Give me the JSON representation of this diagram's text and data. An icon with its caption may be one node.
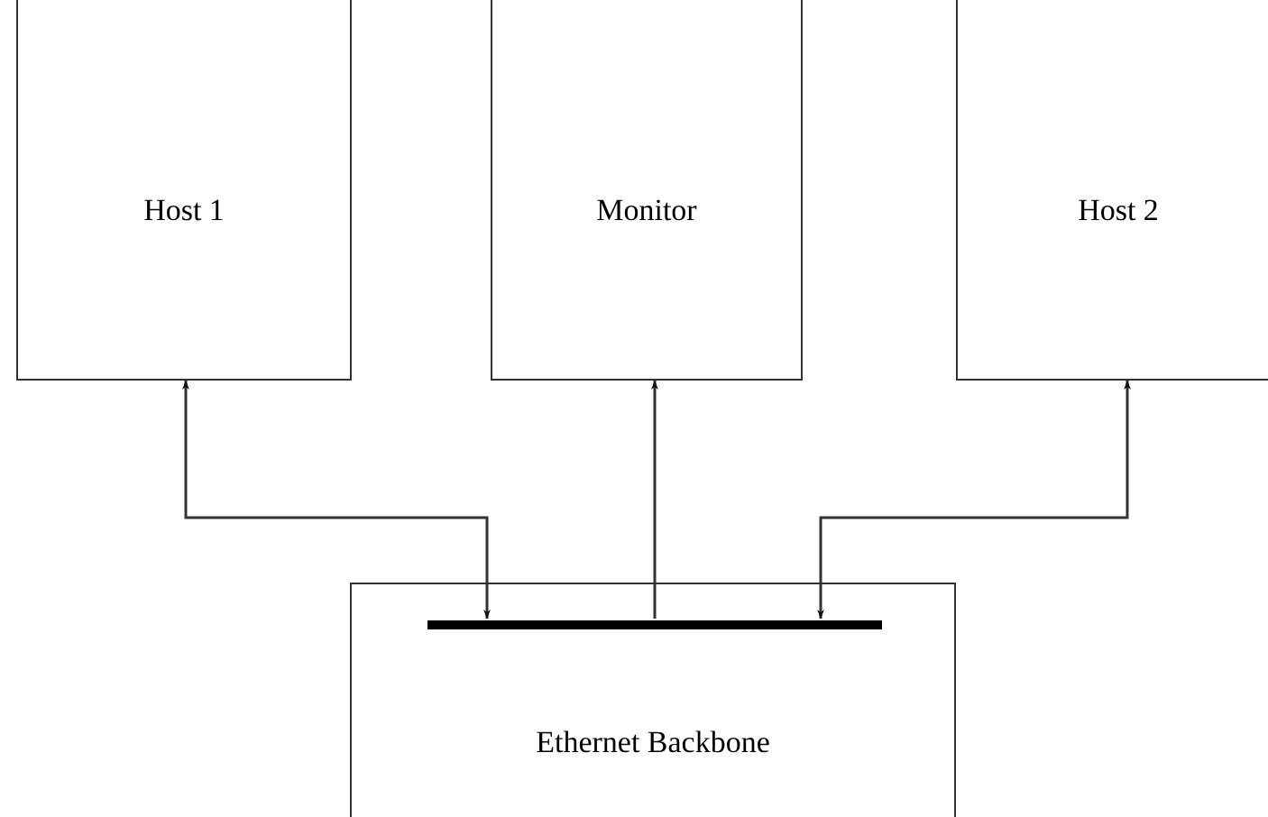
{
  "diagram": {
    "nodes": [
      {
        "text": [
          "Host 1"
        ]
      },
      {
        "text": [
          "Monitor"
        ]
      },
      {
        "text": [
          "Host 2"
        ]
      },
      {
        "text": [
          "Ethernet Backbone"
        ]
      },
      {
        "text": [],
        "shape": "bar",
        "in": 3
      }
    ],
    "edges": [
      {
        "from": 4,
        "to": 0,
        "arrow": "both"
      },
      {
        "from": 4,
        "to": 1,
        "arrow": "to"
      },
      {
        "from": 4,
        "to": 2,
        "arrow": "both"
      }
    ]
  }
}
